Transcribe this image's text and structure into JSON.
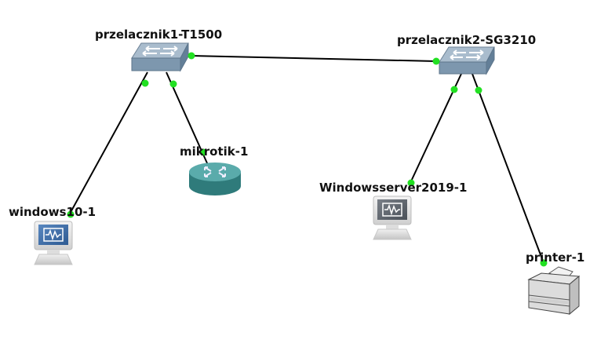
{
  "colors": {
    "link": "#000000",
    "port": "#22e022",
    "switch_top": "#9aafc2",
    "switch_side": "#6f8aa3",
    "router_top": "#4fa3a3",
    "router_side": "#2e7777"
  },
  "nodes": [
    {
      "id": "sw1",
      "type": "switch",
      "label": "przelacznik1-T1500",
      "icon": "switch-icon"
    },
    {
      "id": "sw2",
      "type": "switch",
      "label": "przelacznik2-SG3210",
      "icon": "switch-icon"
    },
    {
      "id": "router",
      "type": "router",
      "label": "mikrotik-1",
      "icon": "router-icon"
    },
    {
      "id": "win10",
      "type": "pc",
      "label": "windows10-1",
      "icon": "workstation-icon"
    },
    {
      "id": "winsrv",
      "type": "pc",
      "label": "Windowsserver2019-1",
      "icon": "workstation-icon"
    },
    {
      "id": "printer",
      "type": "printer",
      "label": "printer-1",
      "icon": "printer-icon"
    }
  ],
  "links": [
    {
      "from": "sw1",
      "to": "sw2",
      "status": "up"
    },
    {
      "from": "sw1",
      "to": "win10",
      "status": "up"
    },
    {
      "from": "sw1",
      "to": "router",
      "status": "up"
    },
    {
      "from": "sw2",
      "to": "winsrv",
      "status": "up"
    },
    {
      "from": "sw2",
      "to": "printer",
      "status": "up"
    }
  ]
}
